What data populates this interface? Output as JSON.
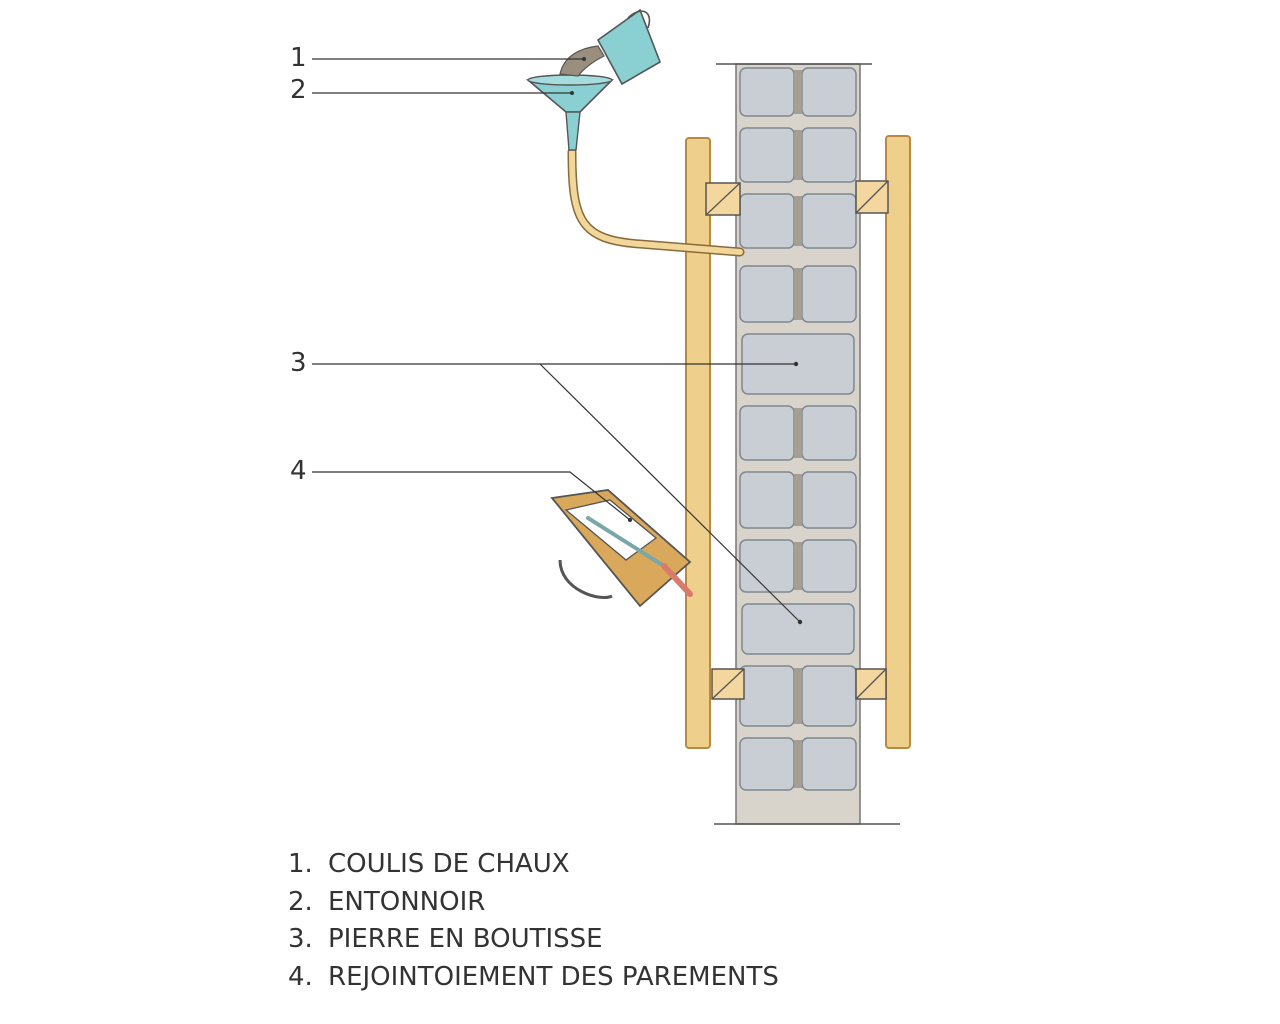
{
  "callouts": [
    {
      "number": "1",
      "target": "coulis-de-chaux"
    },
    {
      "number": "2",
      "target": "entonnoir"
    },
    {
      "number": "3",
      "target": "pierre-en-boutisse"
    },
    {
      "number": "4",
      "target": "rejointoiement-des-parements"
    }
  ],
  "legend": [
    {
      "number": "1.",
      "label": "COULIS DE CHAUX"
    },
    {
      "number": "2.",
      "label": "ENTONNOIR"
    },
    {
      "number": "3.",
      "label": "PIERRE EN BOUTISSE"
    },
    {
      "number": "4.",
      "label": "REJOINTOIEMENT DES PAREMENTS"
    }
  ],
  "colors": {
    "stone": "#c9ced4",
    "stone_edge": "#7f8790",
    "mortar": "#a59f92",
    "wood": "#efcf8c",
    "wood_edge": "#b8893e",
    "water": "#8ad0d2",
    "grout": "#9a8f7d",
    "hose": "#f1d79a",
    "line": "#333333"
  }
}
